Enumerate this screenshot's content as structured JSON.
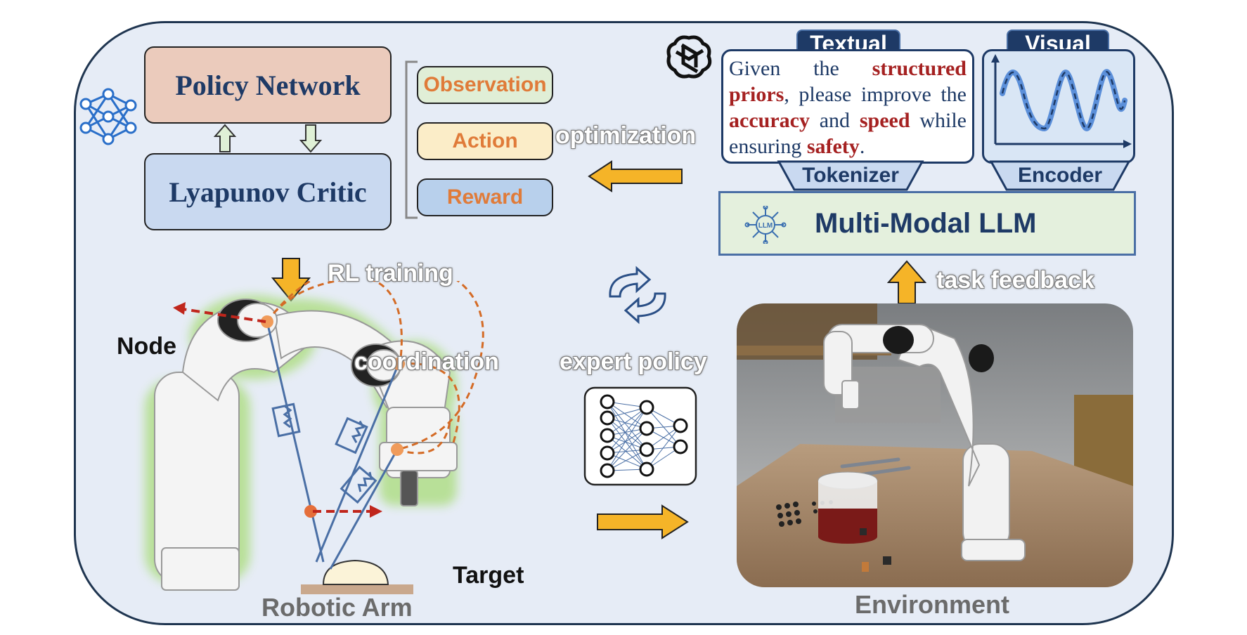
{
  "left_module": {
    "policy_network": "Policy Network",
    "lyapunov_critic": "Lyapunov Critic",
    "components": [
      "Observation",
      "Action",
      "Reward"
    ]
  },
  "labels": {
    "optimization": "optimization",
    "rl_training": "RL training",
    "node": "Node",
    "coordination": "coordination",
    "target": "Target",
    "robotic_arm": "Robotic Arm",
    "expert_policy": "expert policy",
    "task_feedback": "task feedback",
    "environment": "Environment"
  },
  "llm_module": {
    "textual_tab": "Textual",
    "visual_tab": "Visual",
    "tokenizer": "Tokenizer",
    "encoder": "Encoder",
    "llm_title": "Multi-Modal LLM",
    "llm_icon_text": "LLM",
    "prompt_parts": [
      {
        "text": "Given the ",
        "highlight": false
      },
      {
        "text": "structured priors",
        "highlight": true
      },
      {
        "text": ", please improve the ",
        "highlight": false
      },
      {
        "text": "accuracy",
        "highlight": true
      },
      {
        "text": " and ",
        "highlight": false
      },
      {
        "text": "speed",
        "highlight": true
      },
      {
        "text": " while ensuring ",
        "highlight": false
      },
      {
        "text": "safety",
        "highlight": true
      },
      {
        "text": ".",
        "highlight": false
      }
    ]
  },
  "colors": {
    "navy": "#1e3a66",
    "accent_orange": "#e07b39",
    "arrow_yellow": "#f5b428",
    "highlight_red": "#a52121",
    "dashed_red": "#c0261c",
    "panel_bg": "#e6ecf6"
  }
}
